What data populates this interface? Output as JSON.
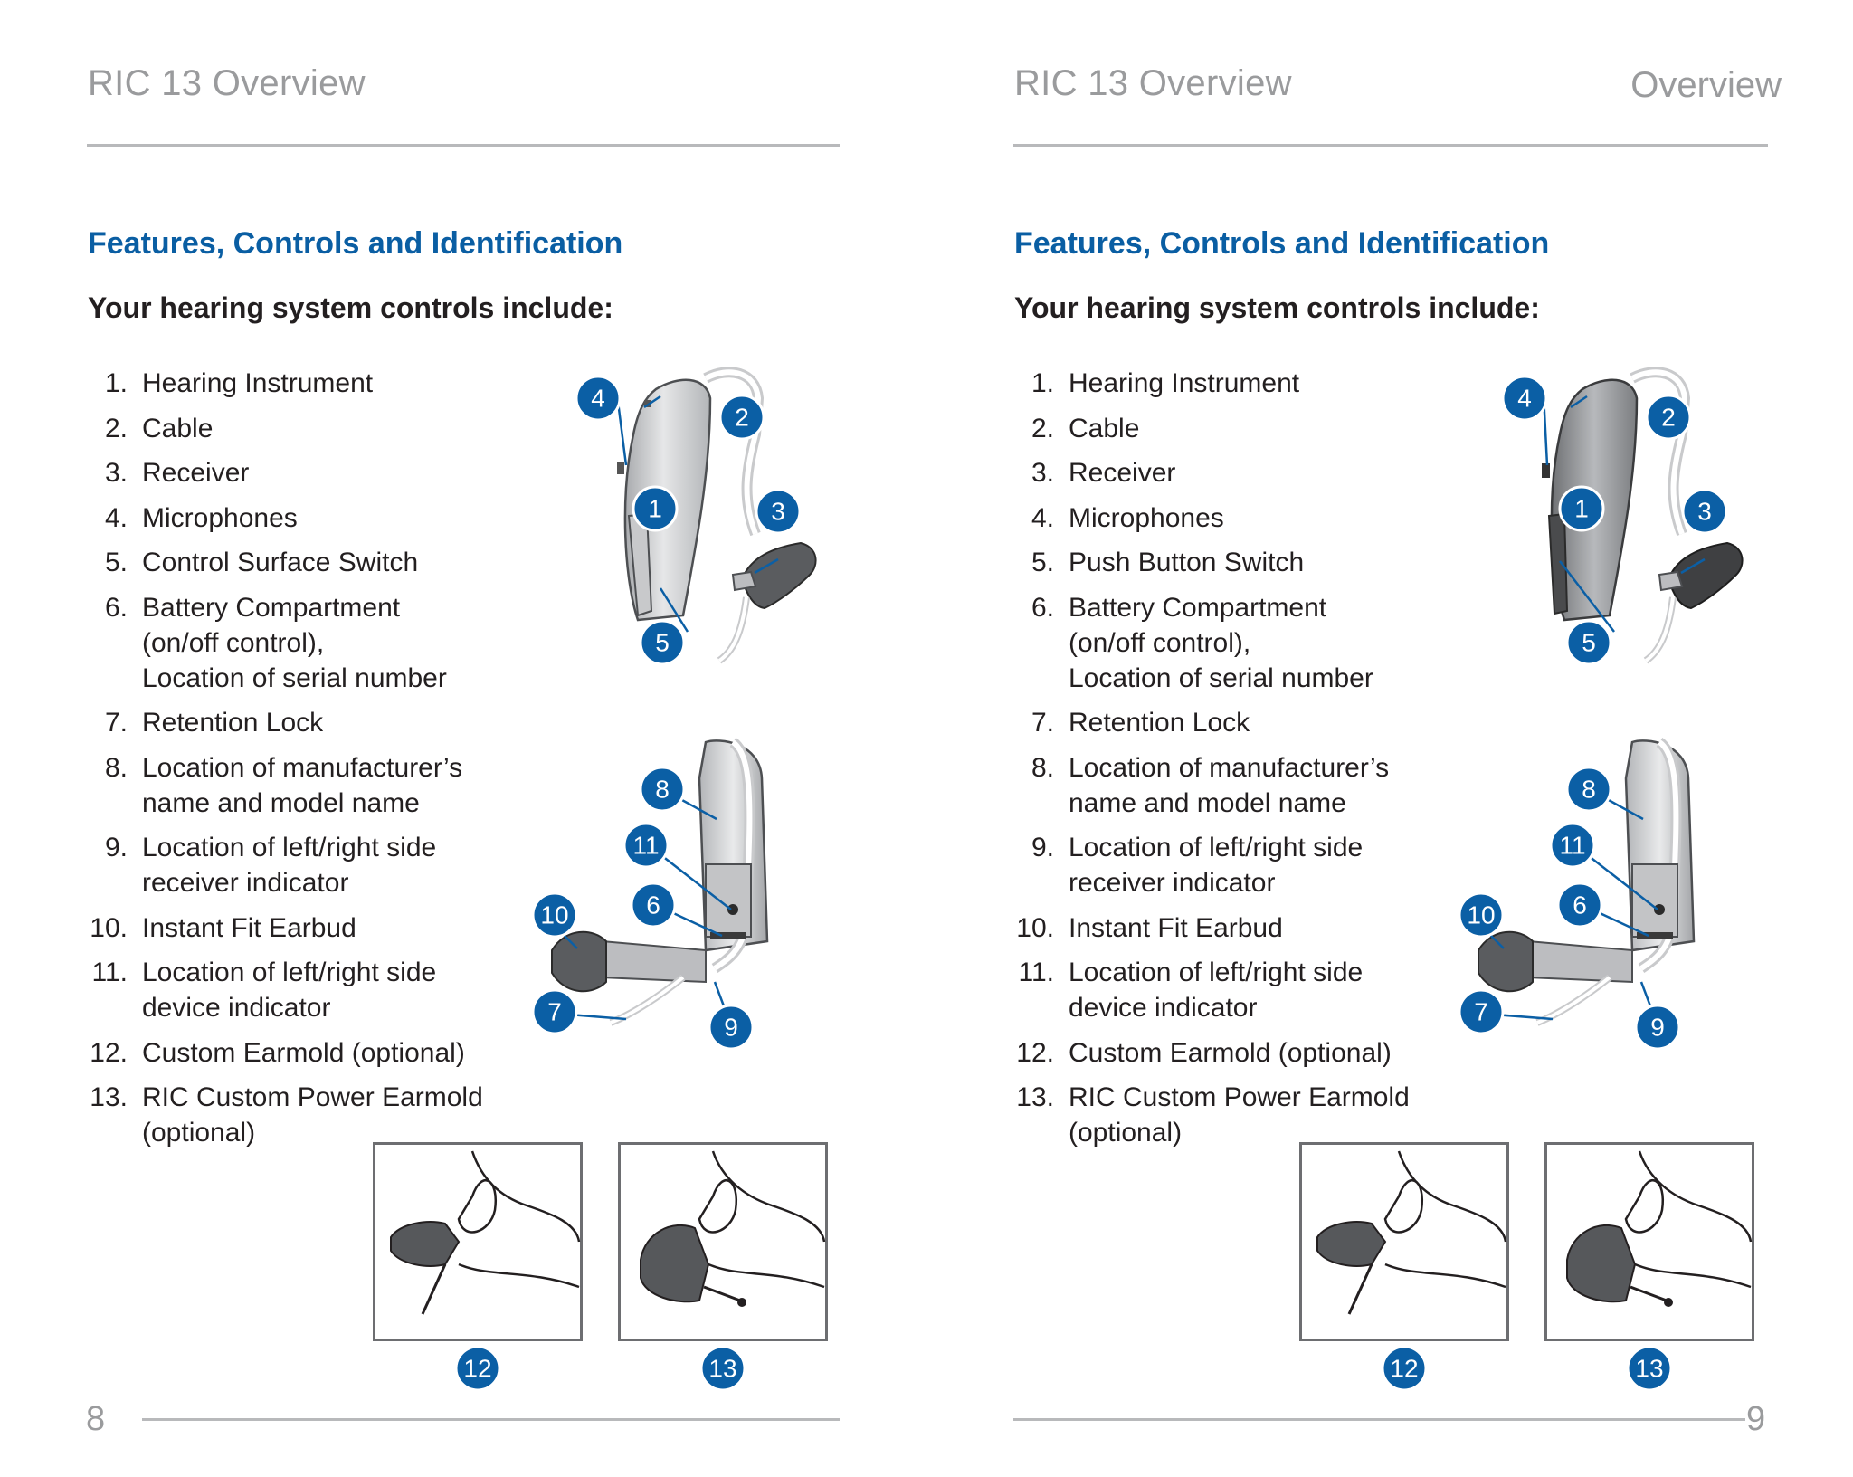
{
  "left_page": {
    "running_head": "RIC 13 Overview",
    "section_title": "Features, Controls and Identification",
    "subtitle": "Your hearing system controls include:",
    "items": [
      {
        "num": "1.",
        "text": "Hearing Instrument"
      },
      {
        "num": "2.",
        "text": "Cable"
      },
      {
        "num": "3.",
        "text": "Receiver"
      },
      {
        "num": "4.",
        "text": "Microphones"
      },
      {
        "num": "5.",
        "text": "Control Surface Switch"
      },
      {
        "num": "6.",
        "text": "Battery Compartment\n(on/off control),\nLocation of serial number"
      },
      {
        "num": "7.",
        "text": "Retention Lock"
      },
      {
        "num": "8.",
        "text": "Location of manufacturer’s\nname and model name"
      },
      {
        "num": "9.",
        "text": "Location of left/right side\nreceiver indicator"
      },
      {
        "num": "10.",
        "text": "Instant Fit Earbud"
      },
      {
        "num": "11.",
        "text": "Location of left/right side\ndevice indicator"
      },
      {
        "num": "12.",
        "text": "Custom Earmold (optional)"
      },
      {
        "num": "13.",
        "text": "RIC Custom Power Earmold\n(optional)"
      }
    ],
    "page_number": "8"
  },
  "right_page": {
    "running_head": "RIC 13 Overview",
    "running_head_right": "Overview",
    "section_title": "Features, Controls and Identification",
    "subtitle": "Your hearing system controls include:",
    "items": [
      {
        "num": "1.",
        "text": "Hearing Instrument"
      },
      {
        "num": "2.",
        "text": "Cable"
      },
      {
        "num": "3.",
        "text": "Receiver"
      },
      {
        "num": "4.",
        "text": "Microphones"
      },
      {
        "num": "5.",
        "text": "Push Button Switch"
      },
      {
        "num": "6.",
        "text": "Battery Compartment\n(on/off control),\nLocation of serial number"
      },
      {
        "num": "7.",
        "text": "Retention Lock"
      },
      {
        "num": "8.",
        "text": "Location of manufacturer’s\nname and model name"
      },
      {
        "num": "9.",
        "text": "Location of left/right side\nreceiver indicator"
      },
      {
        "num": "10.",
        "text": "Instant Fit Earbud"
      },
      {
        "num": "11.",
        "text": "Location of left/right side\ndevice indicator"
      },
      {
        "num": "12.",
        "text": "Custom Earmold (optional)"
      },
      {
        "num": "13.",
        "text": "RIC Custom Power Earmold\n(optional)"
      }
    ],
    "page_number": "9"
  },
  "callouts": {
    "c1": "1",
    "c2": "2",
    "c3": "3",
    "c4": "4",
    "c5": "5",
    "c6": "6",
    "c7": "7",
    "c8": "8",
    "c9": "9",
    "c10": "10",
    "c11": "11",
    "c12": "12",
    "c13": "13"
  },
  "colors": {
    "accent_blue": "#0b5fa5",
    "heading_blue": "#0a5ea3",
    "gray_text": "#9a9b9d",
    "rule_gray": "#b8b9bb"
  }
}
